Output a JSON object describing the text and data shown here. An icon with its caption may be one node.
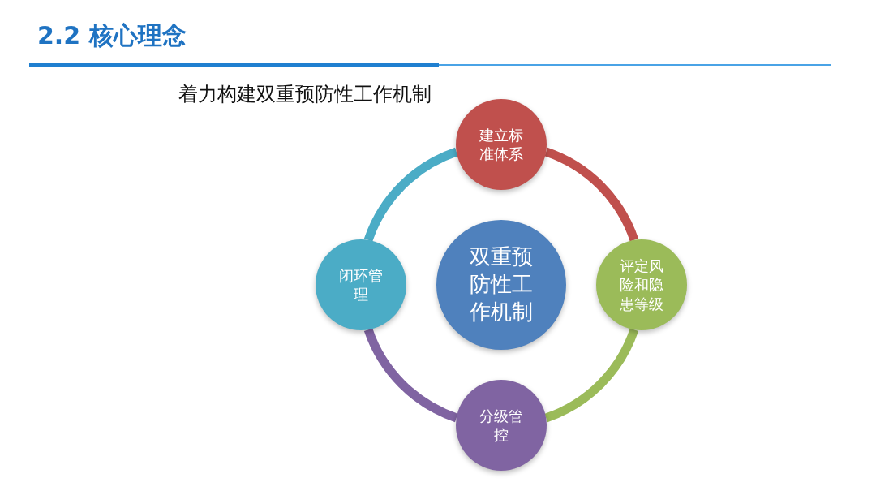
{
  "diagram": {
    "title": "2.2 核心理念",
    "nodes": [
      {
        "text": [
          "双重预防性工作机制"
        ]
      },
      {
        "text": [
          "建立标准体系"
        ]
      },
      {
        "text": [
          "评定风险和隐患等级"
        ]
      },
      {
        "text": [
          "分级管控"
        ]
      },
      {
        "text": [
          "闭环管理"
        ]
      }
    ],
    "edges": [
      {
        "from": 1,
        "to": 2,
        "arrow": "none",
        "color": "#c0504d"
      },
      {
        "from": 2,
        "to": 3,
        "arrow": "none",
        "color": "#9bbb59"
      },
      {
        "from": 3,
        "to": 4,
        "arrow": "none",
        "color": "#8064a2"
      },
      {
        "from": 4,
        "to": 1,
        "arrow": "none",
        "color": "#4bacc6"
      }
    ],
    "labels": [
      "着力构建双重预防性工作机制"
    ]
  }
}
